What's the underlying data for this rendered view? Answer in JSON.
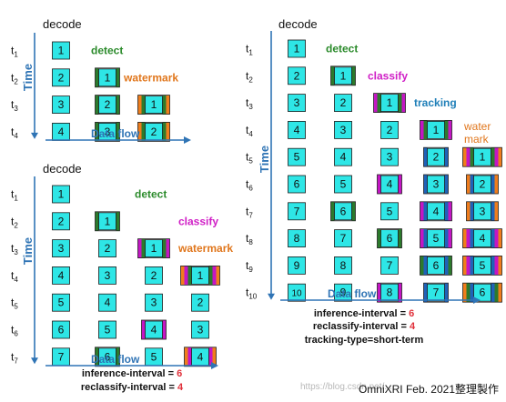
{
  "colors": {
    "cyan": "#2ee6e6",
    "green": "#2c7a2c",
    "magenta": "#c416c4",
    "blue": "#1f62b8",
    "orange": "#f07d1c",
    "axis": "#2f74b5",
    "label_detect": "#2a8a2a",
    "label_classify": "#d01fc6",
    "label_tracking": "#1f7fb8",
    "label_watermark": "#e0761c",
    "param_value": "#e0303a",
    "text": "#111111",
    "watermark_text": "#b8b8b8"
  },
  "diagrams": [
    {
      "id": "detect-watermark",
      "header": "decode",
      "time_label": "Time",
      "dataflow_label": "Data flow",
      "rows": [
        {
          "t": "t",
          "sub": "1"
        },
        {
          "t": "t",
          "sub": "2"
        },
        {
          "t": "t",
          "sub": "3"
        },
        {
          "t": "t",
          "sub": "4"
        }
      ],
      "frames": [
        {
          "row": 0,
          "col": 0,
          "label": "1"
        },
        {
          "row": 1,
          "col": 0,
          "label": "2"
        },
        {
          "row": 1,
          "col": 1,
          "label": "1",
          "stripe": "green"
        },
        {
          "row": 2,
          "col": 0,
          "label": "3"
        },
        {
          "row": 2,
          "col": 1,
          "label": "2",
          "stripe": "green"
        },
        {
          "row": 2,
          "col": 2,
          "label": "1",
          "stripe": "green",
          "stripe2": "orange"
        },
        {
          "row": 3,
          "col": 0,
          "label": "4"
        },
        {
          "row": 3,
          "col": 1,
          "label": "3",
          "stripe": "green"
        },
        {
          "row": 3,
          "col": 2,
          "label": "2",
          "stripe": "green",
          "stripe2": "orange"
        }
      ],
      "stage_labels": [
        {
          "row": 0,
          "text": "detect",
          "color": "label_detect"
        },
        {
          "row": 1,
          "text": "watermark",
          "color": "label_watermark"
        }
      ],
      "params": []
    },
    {
      "id": "detect-classify-watermark",
      "header": "decode",
      "time_label": "Time",
      "dataflow_label": "Data flow",
      "rows": [
        {
          "t": "t",
          "sub": "1"
        },
        {
          "t": "t",
          "sub": "2"
        },
        {
          "t": "t",
          "sub": "3"
        },
        {
          "t": "t",
          "sub": "4"
        },
        {
          "t": "t",
          "sub": "5"
        },
        {
          "t": "t",
          "sub": "6"
        },
        {
          "t": "t",
          "sub": "7"
        }
      ],
      "frames": [
        {
          "row": 0,
          "col": 0,
          "label": "1"
        },
        {
          "row": 1,
          "col": 0,
          "label": "2"
        },
        {
          "row": 1,
          "col": 1,
          "label": "1",
          "stripe": "green"
        },
        {
          "row": 2,
          "col": 0,
          "label": "3"
        },
        {
          "row": 2,
          "col": 1,
          "label": "2"
        },
        {
          "row": 2,
          "col": 2,
          "label": "1",
          "stripe": "green",
          "stripe2": "magenta"
        },
        {
          "row": 3,
          "col": 0,
          "label": "4"
        },
        {
          "row": 3,
          "col": 1,
          "label": "3"
        },
        {
          "row": 3,
          "col": 2,
          "label": "2"
        },
        {
          "row": 3,
          "col": 3,
          "label": "1",
          "stripe": "green",
          "stripe2": "magenta",
          "stripe3": "orange"
        },
        {
          "row": 4,
          "col": 0,
          "label": "5"
        },
        {
          "row": 4,
          "col": 1,
          "label": "4"
        },
        {
          "row": 4,
          "col": 2,
          "label": "3"
        },
        {
          "row": 4,
          "col": 3,
          "label": "2"
        },
        {
          "row": 5,
          "col": 0,
          "label": "6"
        },
        {
          "row": 5,
          "col": 1,
          "label": "5"
        },
        {
          "row": 5,
          "col": 2,
          "label": "4",
          "stripe": "magenta"
        },
        {
          "row": 5,
          "col": 3,
          "label": "3"
        },
        {
          "row": 6,
          "col": 0,
          "label": "7"
        },
        {
          "row": 6,
          "col": 1,
          "label": "6",
          "stripe": "green"
        },
        {
          "row": 6,
          "col": 2,
          "label": "5"
        },
        {
          "row": 6,
          "col": 3,
          "label": "4",
          "stripe": "magenta",
          "stripe2": "orange"
        }
      ],
      "stage_labels": [
        {
          "row": 0,
          "text": "detect",
          "color": "label_detect"
        },
        {
          "row": 1,
          "text": "classify",
          "color": "label_classify"
        },
        {
          "row": 2,
          "text": "watermark",
          "color": "label_watermark"
        }
      ],
      "params": [
        {
          "key": "inference-interval = ",
          "value": "6"
        },
        {
          "key": "reclassify-interval = ",
          "value": "4"
        }
      ]
    },
    {
      "id": "detect-classify-tracking-watermark",
      "header": "decode",
      "time_label": "Time",
      "dataflow_label": "Data flow",
      "rows": [
        {
          "t": "t",
          "sub": "1"
        },
        {
          "t": "t",
          "sub": "2"
        },
        {
          "t": "t",
          "sub": "3"
        },
        {
          "t": "t",
          "sub": "4"
        },
        {
          "t": "t",
          "sub": "5"
        },
        {
          "t": "t",
          "sub": "6"
        },
        {
          "t": "t",
          "sub": "7"
        },
        {
          "t": "t",
          "sub": "8"
        },
        {
          "t": "t",
          "sub": "9"
        },
        {
          "t": "t",
          "sub": "10"
        }
      ],
      "frames": [
        {
          "row": 0,
          "col": 0,
          "label": "1"
        },
        {
          "row": 1,
          "col": 0,
          "label": "2"
        },
        {
          "row": 1,
          "col": 1,
          "label": "1",
          "stripe": "green"
        },
        {
          "row": 2,
          "col": 0,
          "label": "3"
        },
        {
          "row": 2,
          "col": 1,
          "label": "2"
        },
        {
          "row": 2,
          "col": 2,
          "label": "1",
          "stripe": "green",
          "stripe2": "magenta"
        },
        {
          "row": 3,
          "col": 0,
          "label": "4"
        },
        {
          "row": 3,
          "col": 1,
          "label": "3"
        },
        {
          "row": 3,
          "col": 2,
          "label": "2"
        },
        {
          "row": 3,
          "col": 3,
          "label": "1",
          "stripe": "green",
          "stripe2": "magenta"
        },
        {
          "row": 4,
          "col": 0,
          "label": "5"
        },
        {
          "row": 4,
          "col": 1,
          "label": "4"
        },
        {
          "row": 4,
          "col": 2,
          "label": "3"
        },
        {
          "row": 4,
          "col": 3,
          "label": "2",
          "stripe": "blue"
        },
        {
          "row": 4,
          "col": 4,
          "label": "1",
          "stripe": "green",
          "stripe2": "magenta",
          "stripe3": "orange"
        },
        {
          "row": 5,
          "col": 0,
          "label": "6"
        },
        {
          "row": 5,
          "col": 1,
          "label": "5"
        },
        {
          "row": 5,
          "col": 2,
          "label": "4",
          "stripe": "magenta"
        },
        {
          "row": 5,
          "col": 3,
          "label": "3",
          "stripe": "blue"
        },
        {
          "row": 5,
          "col": 4,
          "label": "2",
          "stripe": "blue",
          "stripe2": "orange"
        },
        {
          "row": 6,
          "col": 0,
          "label": "7"
        },
        {
          "row": 6,
          "col": 1,
          "label": "6",
          "stripe": "green"
        },
        {
          "row": 6,
          "col": 2,
          "label": "5"
        },
        {
          "row": 6,
          "col": 3,
          "label": "4",
          "stripe": "blue",
          "stripe2": "magenta"
        },
        {
          "row": 6,
          "col": 4,
          "label": "3",
          "stripe": "blue",
          "stripe2": "orange"
        },
        {
          "row": 7,
          "col": 0,
          "label": "8"
        },
        {
          "row": 7,
          "col": 1,
          "label": "7"
        },
        {
          "row": 7,
          "col": 2,
          "label": "6",
          "stripe": "green"
        },
        {
          "row": 7,
          "col": 3,
          "label": "5",
          "stripe": "blue",
          "stripe2": "magenta"
        },
        {
          "row": 7,
          "col": 4,
          "label": "4",
          "stripe": "blue",
          "stripe2": "magenta",
          "stripe3": "orange"
        },
        {
          "row": 8,
          "col": 0,
          "label": "9"
        },
        {
          "row": 8,
          "col": 1,
          "label": "8"
        },
        {
          "row": 8,
          "col": 2,
          "label": "7"
        },
        {
          "row": 8,
          "col": 3,
          "label": "6",
          "stripe": "blue",
          "stripe2": "green"
        },
        {
          "row": 8,
          "col": 4,
          "label": "5",
          "stripe": "blue",
          "stripe2": "magenta",
          "stripe3": "orange"
        },
        {
          "row": 9,
          "col": 0,
          "label": "10"
        },
        {
          "row": 9,
          "col": 1,
          "label": "9"
        },
        {
          "row": 9,
          "col": 2,
          "label": "8",
          "stripe": "magenta"
        },
        {
          "row": 9,
          "col": 3,
          "label": "7",
          "stripe": "blue"
        },
        {
          "row": 9,
          "col": 4,
          "label": "6",
          "stripe": "blue",
          "stripe2": "green",
          "stripe3": "orange"
        }
      ],
      "stage_labels": [
        {
          "row": 0,
          "text": "detect",
          "color": "label_detect"
        },
        {
          "row": 1,
          "text": "classify",
          "color": "label_classify"
        },
        {
          "row": 2,
          "text": "tracking",
          "color": "label_tracking"
        },
        {
          "row": 3,
          "text": "water",
          "line2": "mark",
          "color": "label_watermark"
        }
      ],
      "params": [
        {
          "key": "inference-interval = ",
          "value": "6"
        },
        {
          "key": "reclassify-interval = ",
          "value": "4"
        },
        {
          "key": "tracking-type=short-term",
          "value": ""
        }
      ]
    }
  ],
  "watermark": "https://blog.csdn.net/...",
  "credit": "OmniXRI Feb. 2021整理製作"
}
